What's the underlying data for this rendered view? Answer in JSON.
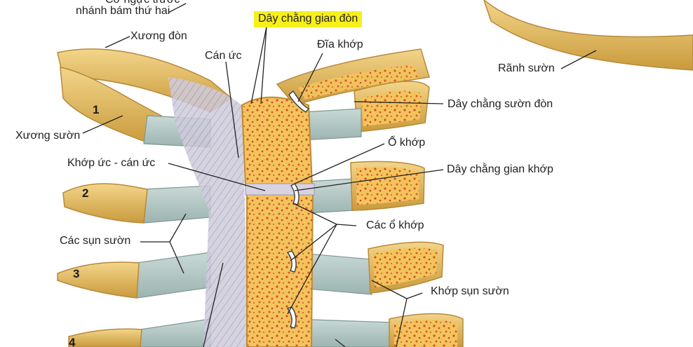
{
  "labels": {
    "partial_top": "Cơ ngực trước",
    "nhanh_bam": "nhánh bám thứ hai",
    "day_chang_gian_don": "Dây chằng gian đòn",
    "xuong_don": "Xương đòn",
    "can_uc": "Cán ức",
    "dia_khop": "Đĩa khớp",
    "ranh_suon": "Rãnh sườn",
    "day_chang_suon_don": "Dây chằng sườn đòn",
    "xuong_suon": "Xương sườn",
    "o_khop": "Ổ khớp",
    "khop_uc_can_uc": "Khớp ức - cán ức",
    "day_chang_gian_khop": "Dây chằng gian khớp",
    "cac_o_khop": "Các ổ khớp",
    "cac_sun_suon": "Các sụn sườn",
    "khop_sun_suon": "Khớp sụn sườn"
  },
  "rib_numbers": [
    "1",
    "2",
    "3",
    "4"
  ],
  "colors": {
    "bone": "#e2b85a",
    "bone_light": "#f0cf7e",
    "marrow": "#f2c35a",
    "marrow_dots": "#d4502a",
    "cartilage": "#b6ccc8",
    "ligament": "#c6c2d4",
    "highlight": "#f7ef1a"
  }
}
